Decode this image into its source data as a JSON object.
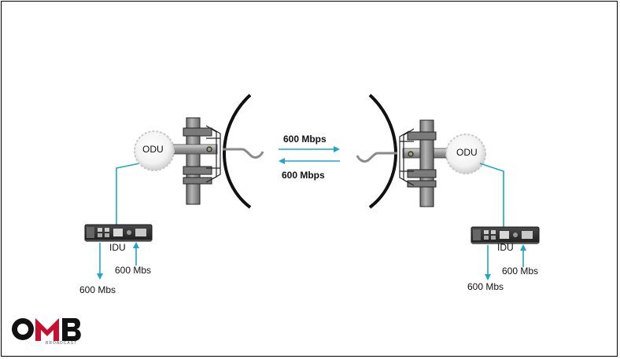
{
  "link": {
    "forward_rate": "600 Mbps",
    "reverse_rate": "600 Mbps"
  },
  "left_site": {
    "odu_label": "ODU",
    "idu_label": "IDU",
    "rx_rate": "600 Mbs",
    "tx_rate": "600 Mbs"
  },
  "right_site": {
    "odu_label": "ODU",
    "idu_label": "IDU",
    "rx_rate": "600 Mbs",
    "tx_rate": "600 Mbs"
  },
  "logo": {
    "text": "OMB",
    "tagline": "BROADCAST"
  },
  "colors": {
    "cable": "#1ea6c8",
    "dish": "#111111",
    "mast": "#8a8a8a",
    "logo_red": "#c8102e"
  }
}
